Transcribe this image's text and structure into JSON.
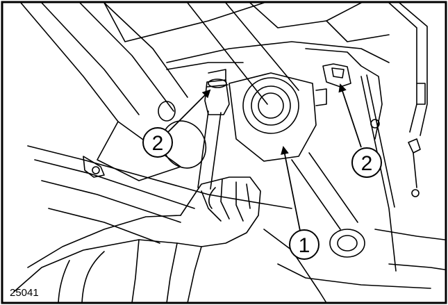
{
  "figure": {
    "code": "25041",
    "callouts": [
      {
        "id": "callout-2-left",
        "label": "2"
      },
      {
        "id": "callout-1",
        "label": "1"
      },
      {
        "id": "callout-2-right",
        "label": "2"
      }
    ],
    "colors": {
      "line": "#000000",
      "background": "#ffffff",
      "frame": "#000000"
    }
  }
}
